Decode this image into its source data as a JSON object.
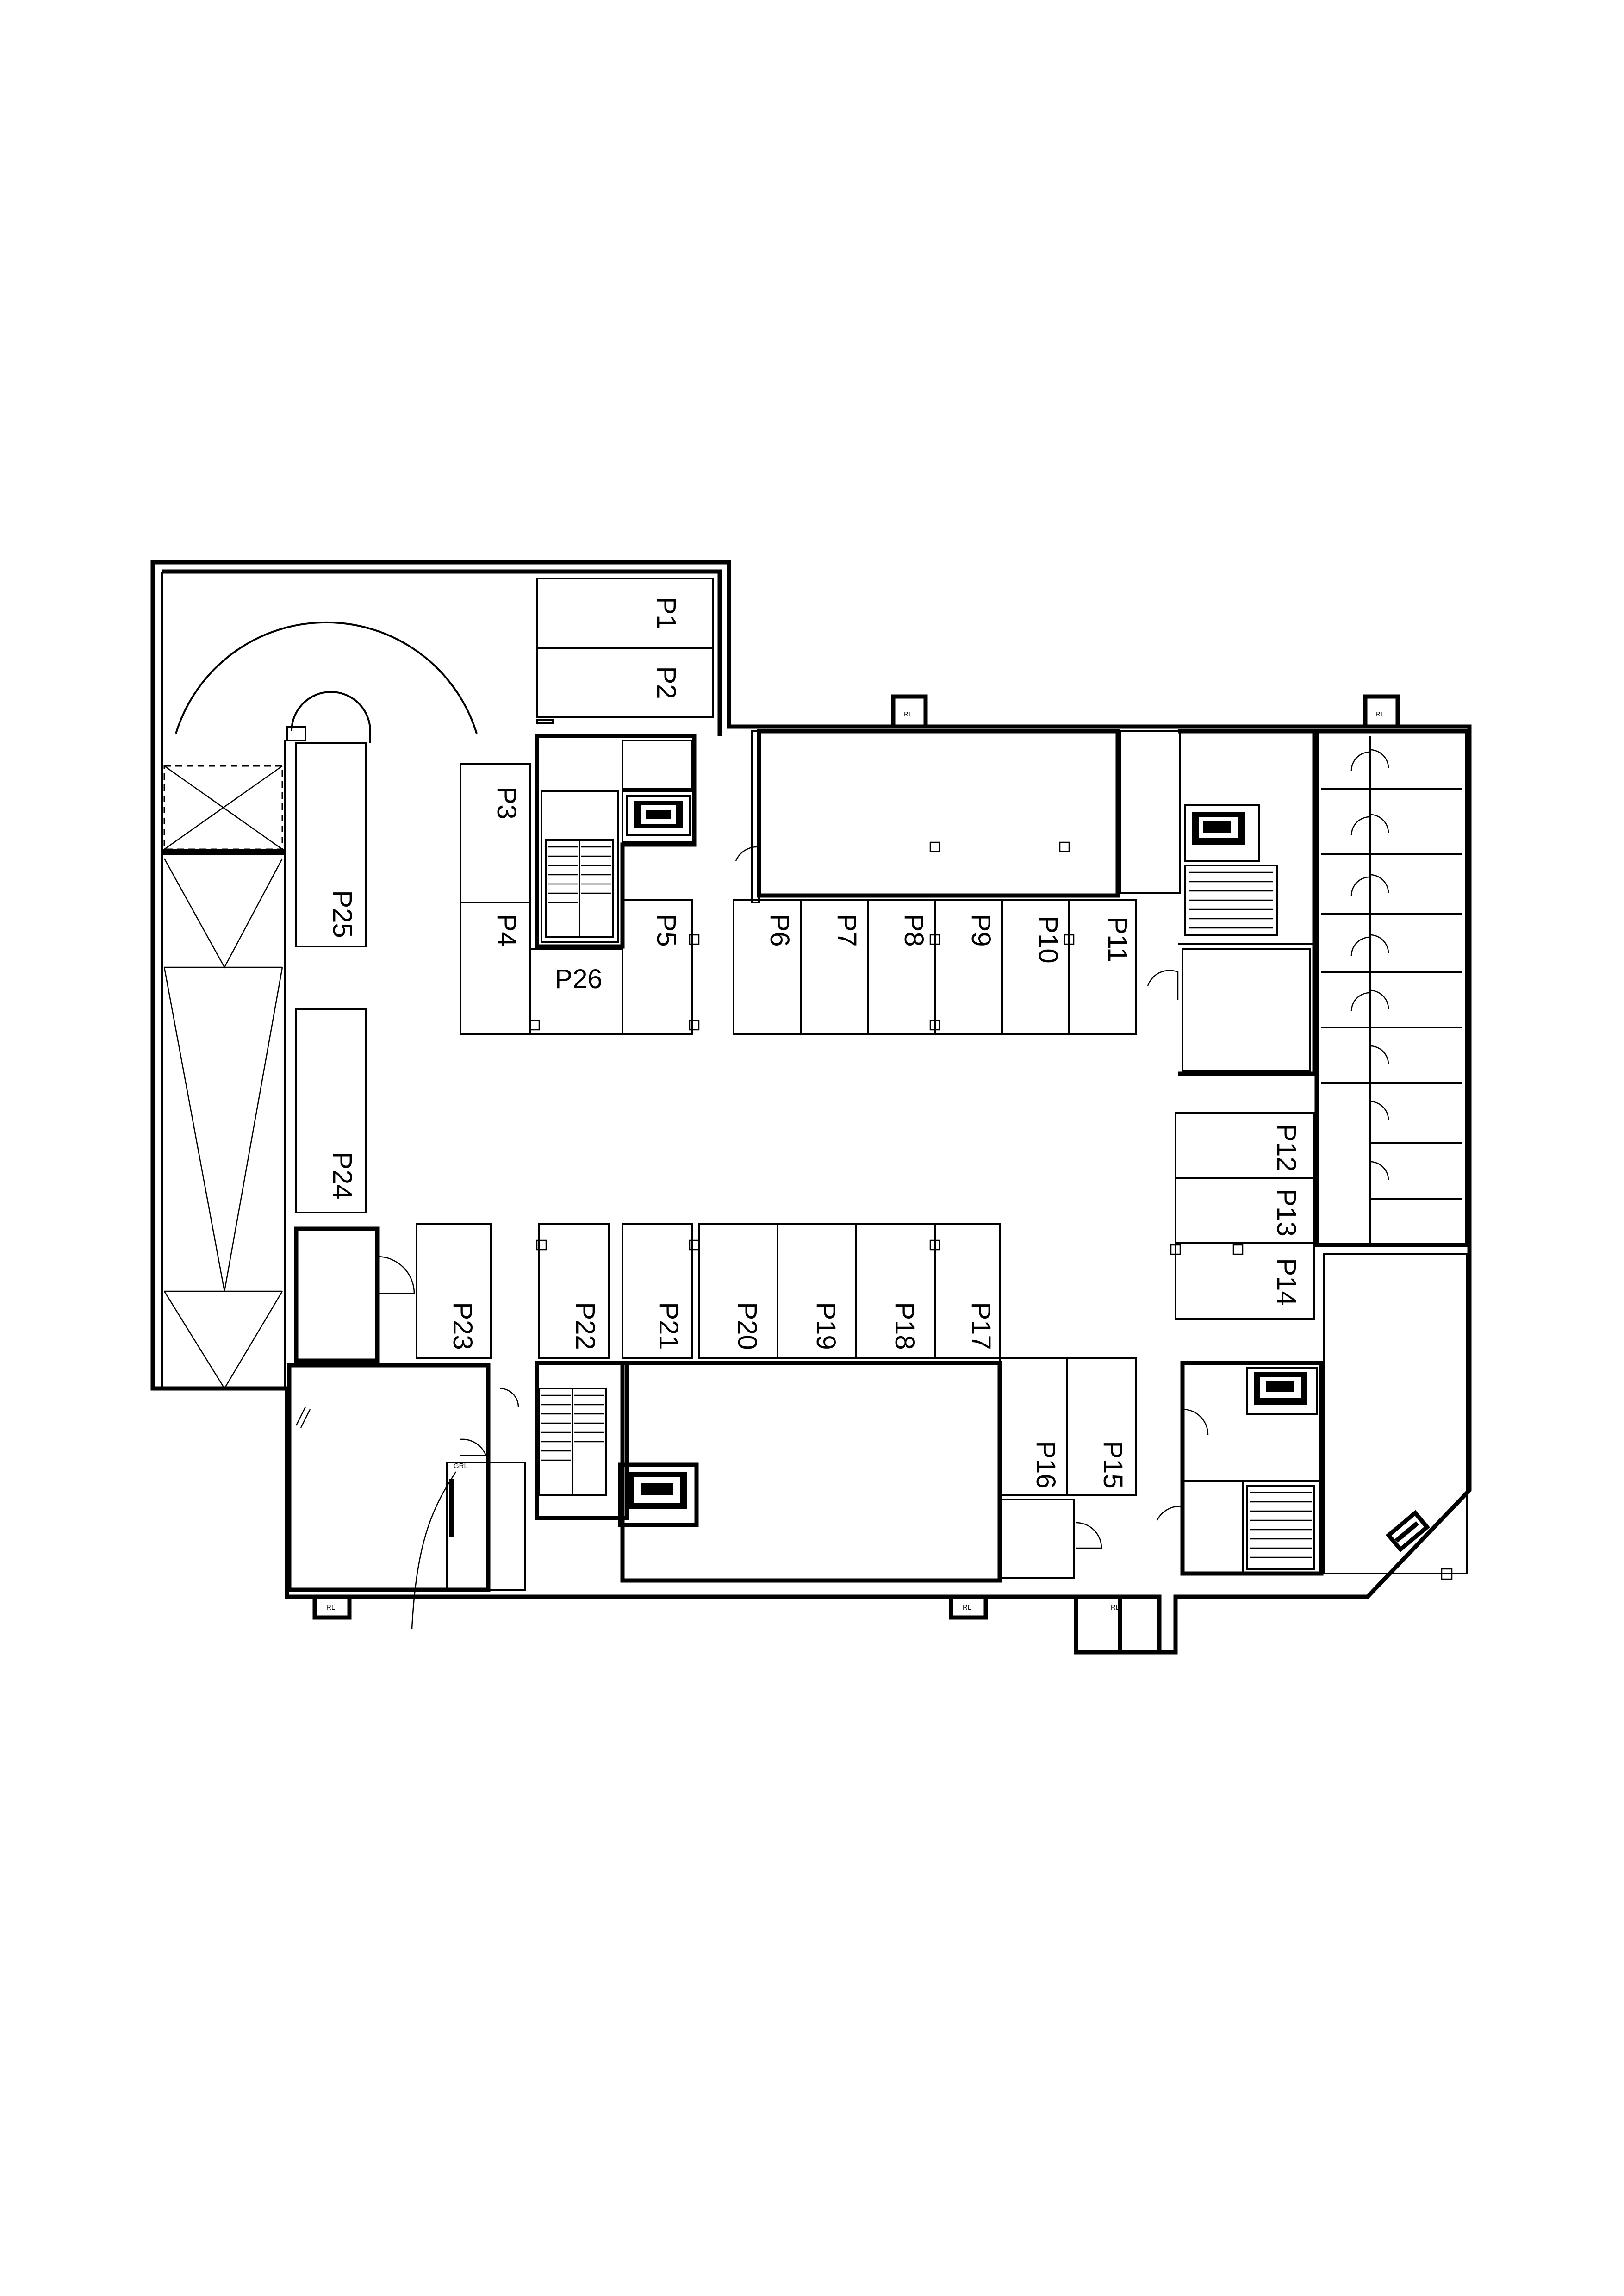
{
  "spots": [
    {
      "id": "p1",
      "label": "P1"
    },
    {
      "id": "p2",
      "label": "P2"
    },
    {
      "id": "p3",
      "label": "P3"
    },
    {
      "id": "p4",
      "label": "P4"
    },
    {
      "id": "p5",
      "label": "P5"
    },
    {
      "id": "p6",
      "label": "P6"
    },
    {
      "id": "p7",
      "label": "P7"
    },
    {
      "id": "p8",
      "label": "P8"
    },
    {
      "id": "p9",
      "label": "P9"
    },
    {
      "id": "p10",
      "label": "P10"
    },
    {
      "id": "p11",
      "label": "P11"
    },
    {
      "id": "p12",
      "label": "P12"
    },
    {
      "id": "p13",
      "label": "P13"
    },
    {
      "id": "p14",
      "label": "P14"
    },
    {
      "id": "p15",
      "label": "P15"
    },
    {
      "id": "p16",
      "label": "P16"
    },
    {
      "id": "p17",
      "label": "P17"
    },
    {
      "id": "p18",
      "label": "P18"
    },
    {
      "id": "p19",
      "label": "P19"
    },
    {
      "id": "p20",
      "label": "P20"
    },
    {
      "id": "p21",
      "label": "P21"
    },
    {
      "id": "p22",
      "label": "P22"
    },
    {
      "id": "p23",
      "label": "P23"
    },
    {
      "id": "p24",
      "label": "P24"
    },
    {
      "id": "p25",
      "label": "P25"
    },
    {
      "id": "p26",
      "label": "P26"
    }
  ],
  "shafts": [
    {
      "id": "rl-top-1",
      "label": "RL"
    },
    {
      "id": "rl-top-2",
      "label": "RL"
    },
    {
      "id": "rl-bottom-1",
      "label": "RL"
    },
    {
      "id": "rl-bottom-2",
      "label": "RL"
    },
    {
      "id": "rl-bottom-3",
      "label": "RL"
    }
  ],
  "ventilation": {
    "label": "GRL"
  }
}
